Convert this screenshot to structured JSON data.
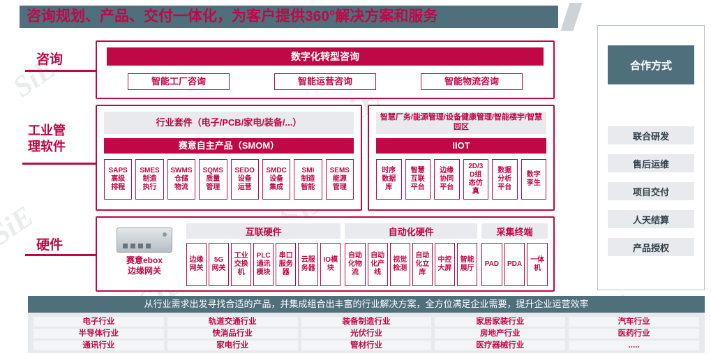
{
  "title": "咨询规划、产品、交付一体化，为客户提供360°解决方案和服务",
  "watermark": "SiE",
  "colors": {
    "accent": "#C00846",
    "slate": "#4F6F7D",
    "light_gray": "#E8EAED"
  },
  "consulting": {
    "label": "咨询",
    "header": "数字化转型咨询",
    "items": [
      "智能工厂咨询",
      "智能运营咨询",
      "智能物流咨询"
    ]
  },
  "software": {
    "label": "工业管理软件",
    "suite": {
      "header": "行业套件（电子/PCB/家电/装备/...）",
      "bar": "赛意自主产品（SMOM）",
      "products": [
        {
          "en": "SAPS",
          "zh": "高级排程"
        },
        {
          "en": "SMES",
          "zh": "制造执行"
        },
        {
          "en": "SWMS",
          "zh": "仓储物流"
        },
        {
          "en": "SQMS",
          "zh": "质量管理"
        },
        {
          "en": "SEDO",
          "zh": "设备运营"
        },
        {
          "en": "SMDC",
          "zh": "设备集成"
        },
        {
          "en": "SMI",
          "zh": "制造智能"
        },
        {
          "en": "SEMS",
          "zh": "能源管理"
        }
      ]
    },
    "iiot": {
      "header": "智慧厂务/能源管理/设备健康管理/智能楼宇/智慧园区",
      "bar": "IIOT",
      "products": [
        "时序数据库",
        "智慧互联平台",
        "边缘协同平台",
        "2D/3D组态仿真",
        "数据分析平台",
        "数字孪生"
      ]
    }
  },
  "hardware": {
    "label": "硬件",
    "device": {
      "line1": "赛意ebox",
      "line2": "边缘网关"
    },
    "groups": [
      {
        "header": "互联硬件",
        "items": [
          "边缘网关",
          "5G网关",
          "工业交换机",
          "PLC通讯模块",
          "串口服务器",
          "云服务器",
          "IO模块"
        ]
      },
      {
        "header": "自动化硬件",
        "items": [
          "自动化物流",
          "自动化产线",
          "视觉检测",
          "自动化立库",
          "中控大屏",
          "智能展厅"
        ]
      },
      {
        "header": "采集终端",
        "items": [
          "PAD",
          "PDA",
          "一体机"
        ]
      }
    ]
  },
  "cooperation": {
    "header": "合作方式",
    "items": [
      "联合研发",
      "售后运维",
      "项目交付",
      "人天结算",
      "产品授权"
    ]
  },
  "bottom": {
    "banner": "从行业需求出发寻找合适的产品，并集成组合出丰富的行业解决方案，全方位满足企业需要，提升企业运营效率",
    "industries": [
      [
        "电子行业",
        "半导体行业",
        "通讯行业"
      ],
      [
        "轨道交通行业",
        "快消品行业",
        "家电行业"
      ],
      [
        "装备制造行业",
        "光伏行业",
        "管材行业"
      ],
      [
        "家居家装行业",
        "房地产行业",
        "医疗器械行业"
      ],
      [
        "汽车行业",
        "医药行业",
        "....."
      ]
    ]
  }
}
